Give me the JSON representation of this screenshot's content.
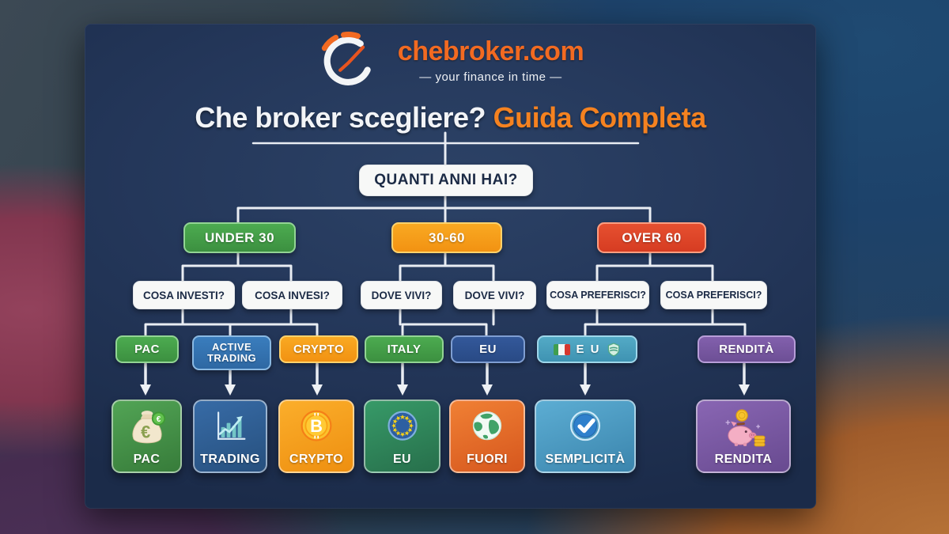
{
  "logo": {
    "brand": "chebroker.com",
    "tagline": "— your finance in time —",
    "brand_color": "#f26a21",
    "icon": "speedometer-clock-icon"
  },
  "title": {
    "main": "Che broker scegliere?",
    "highlight": "Guida Completa",
    "highlight_color": "#f58220"
  },
  "flow": {
    "root": {
      "label": "QUANTI ANNI HAI?"
    },
    "branches": [
      {
        "label": "UNDER 30",
        "color": "#44a146"
      },
      {
        "label": "30-60",
        "color": "#f6a01b"
      },
      {
        "label": "OVER 60",
        "color": "#e2482a"
      }
    ],
    "questions": [
      {
        "label": "COSA INVESTI?"
      },
      {
        "label": "COSA INVESI?"
      },
      {
        "label": "DOVE VIVI?"
      },
      {
        "label": "DOVE VIVI?"
      },
      {
        "label": "COSA PREFERISCI?"
      },
      {
        "label": "COSA PREFERISCI?"
      }
    ],
    "answers": [
      {
        "label": "PAC",
        "color": "#4aa34d"
      },
      {
        "label": "ACTIVE TRADING",
        "line1": "ACTIVE",
        "line2": "TRADING",
        "color": "#3377b5"
      },
      {
        "label": "CRYPTO",
        "color": "#f7a11d"
      },
      {
        "label": "ITALY",
        "color": "#44a146"
      },
      {
        "label": "EU",
        "color": "#2d5190"
      },
      {
        "label": "IT + EU",
        "text": "E U",
        "color": "#49a0bf",
        "icons": [
          "italy-flag-icon",
          "shield-icon"
        ]
      },
      {
        "label": "RENDITÀ",
        "color": "#7a58a5"
      }
    ],
    "outcomes": [
      {
        "label": "PAC",
        "color": "#3e8d41",
        "icon": "money-bag-icon"
      },
      {
        "label": "TRADING",
        "color": "#2d5f96",
        "icon": "stock-chart-icon"
      },
      {
        "label": "CRYPTO",
        "color": "#f59d1e",
        "icon": "bitcoin-icon"
      },
      {
        "label": "EU",
        "color": "#2f8c5e",
        "icon": "eu-flag-icon"
      },
      {
        "label": "FUORI",
        "color": "#e2702b",
        "icon": "globe-icon"
      },
      {
        "label": "SEMPLICITÀ",
        "color": "#4a9cc4",
        "icon": "check-circle-icon"
      },
      {
        "label": "RENDITA",
        "color": "#7a58a5",
        "icon": "piggy-bank-icon"
      }
    ]
  }
}
